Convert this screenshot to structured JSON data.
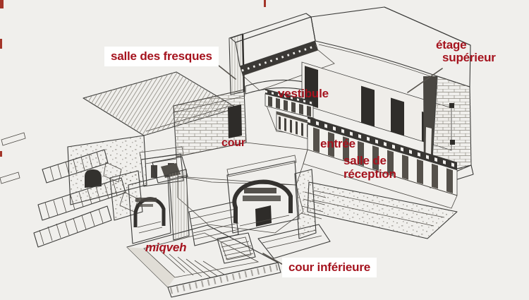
{
  "figure": {
    "labels": {
      "fresques": "salle des fresques",
      "etage_line1": "étage",
      "etage_line2": "supérieur",
      "vestibule": "vestibule",
      "cour": "cour",
      "entree": "entrée",
      "reception_line1": "salle de",
      "reception_line2": "réception",
      "miqveh": "miqveh",
      "cour_inferieure": "cour inférieure"
    },
    "colors": {
      "label_red": "#a5131e",
      "label_box_background": "#ffffff",
      "paper": "#f0efec",
      "drawing_ink": "#3a3a38"
    }
  }
}
